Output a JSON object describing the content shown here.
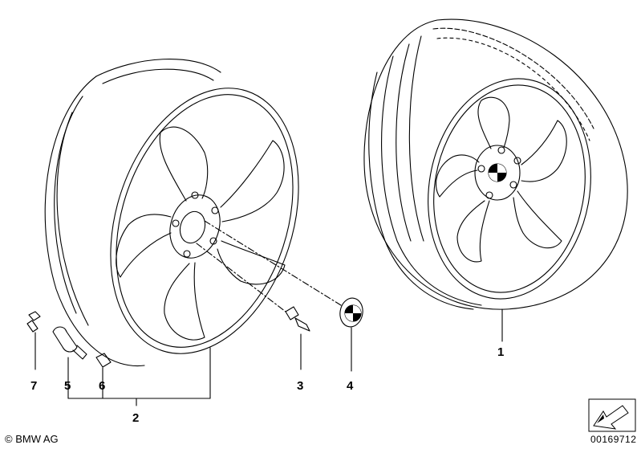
{
  "callouts": [
    {
      "id": "1",
      "label": "1"
    },
    {
      "id": "2",
      "label": "2"
    },
    {
      "id": "3",
      "label": "3"
    },
    {
      "id": "4",
      "label": "4"
    },
    {
      "id": "5",
      "label": "5"
    },
    {
      "id": "6",
      "label": "6"
    },
    {
      "id": "7",
      "label": "7"
    }
  ],
  "footer": {
    "copyright": "© BMW AG",
    "diagram_id": "00169712"
  },
  "colors": {
    "line": "#000000",
    "background": "#ffffff",
    "emblem_blue": "#ffffff",
    "emblem_dark": "#000000"
  }
}
